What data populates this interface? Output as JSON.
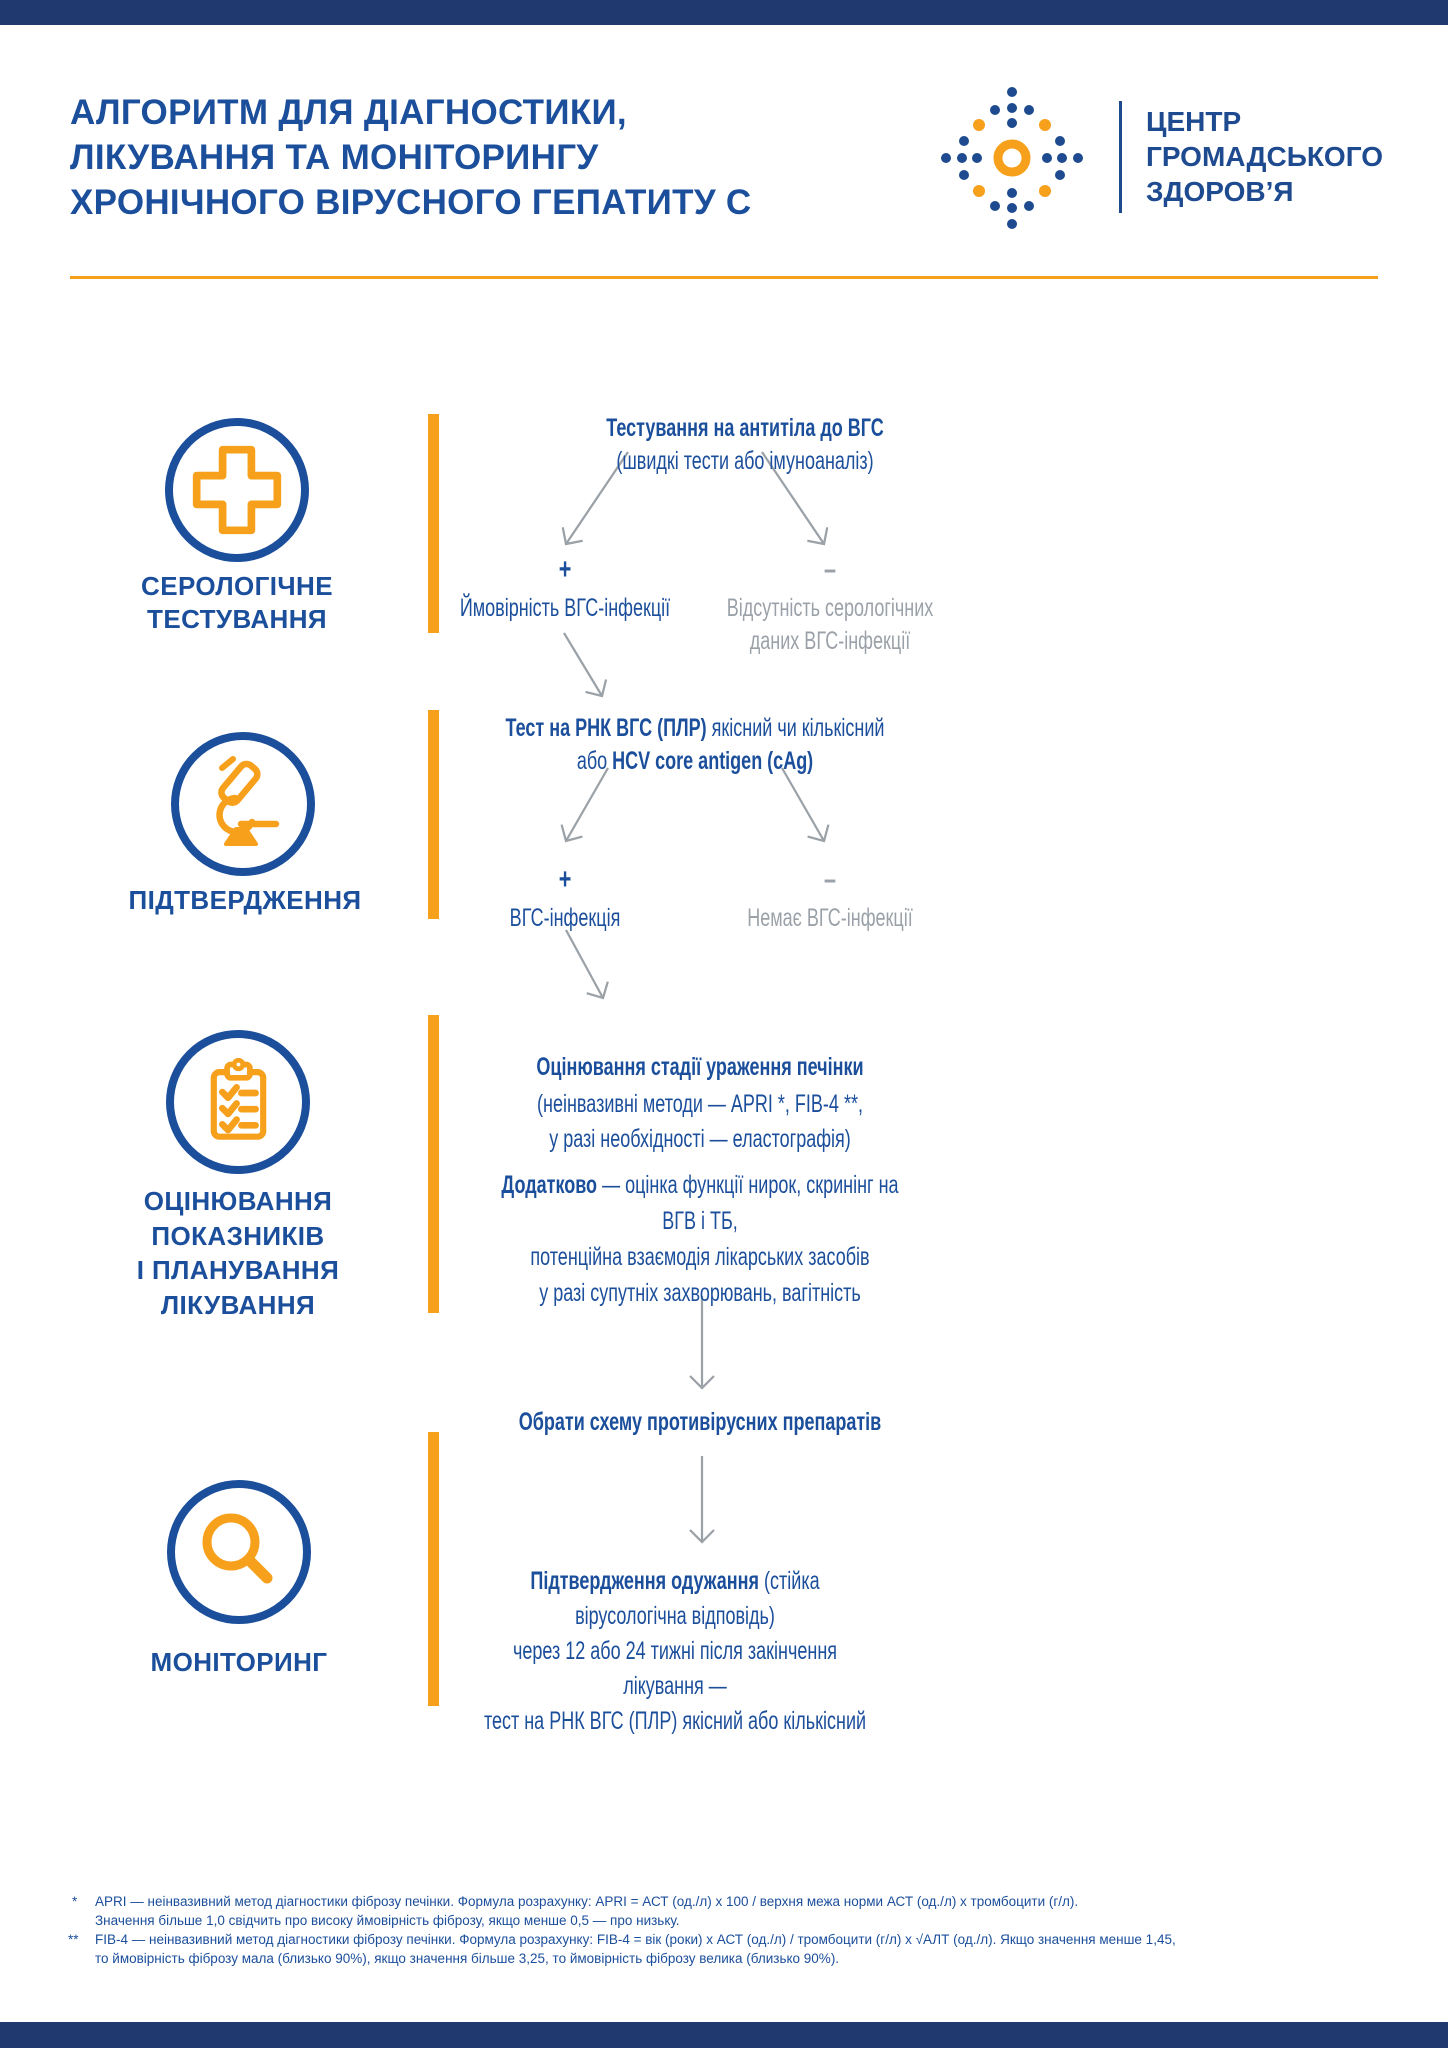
{
  "colors": {
    "primary_blue": "#1B4E9B",
    "band_navy": "#203A70",
    "accent_orange": "#F6A01B",
    "inactive_gray": "#9BA1A8",
    "arrow_gray": "#9AA1A7"
  },
  "header": {
    "title_lines": [
      "АЛГОРИТМ ДЛЯ ДІАГНОСТИКИ,",
      "ЛІКУВАННЯ ТА МОНІТОРИНГУ",
      "ХРОНІЧНОГО ВІРУСНОГО ГЕПАТИТУ С"
    ],
    "logo_text_lines": [
      "ЦЕНТР",
      "ГРОМАДСЬКОГО",
      "ЗДОРОВ’Я"
    ]
  },
  "sections": [
    {
      "icon": "medical-cross-icon",
      "label_lines": [
        "СЕРОЛОГІЧНЕ",
        "ТЕСТУВАННЯ"
      ]
    },
    {
      "icon": "microscope-icon",
      "label_lines": [
        "ПІДТВЕРДЖЕННЯ"
      ]
    },
    {
      "icon": "clipboard-checklist-icon",
      "label_lines": [
        "ОЦІНЮВАННЯ",
        "ПОКАЗНИКІВ",
        "І ПЛАНУВАННЯ",
        "ЛІКУВАННЯ"
      ]
    },
    {
      "icon": "magnifier-icon",
      "label_lines": [
        "МОНІТОРИНГ"
      ]
    }
  ],
  "flow": {
    "step1": {
      "title": "Тестування на антитіла до ВГС",
      "subtitle": "(швидкі тести або імуноаналіз)",
      "pos_sign": "+",
      "pos_label": "Ймовірність ВГС-інфекції",
      "neg_sign": "–",
      "neg_lines": [
        "Відсутність серологічних",
        "даних ВГС-інфекції"
      ]
    },
    "step2": {
      "bold1": "Тест на РНК ВГС (ПЛР)",
      "rest1": " якісний чи кількісний",
      "pre2": "або ",
      "bold2": "HCV core antigen (cAg)",
      "pos_sign": "+",
      "pos_label": "ВГС-інфекція",
      "neg_sign": "–",
      "neg_label": "Немає ВГС-інфекції"
    },
    "step3": {
      "title": "Оцінювання стадії ураження печінки",
      "sub_lines": [
        "(неінвазивні методи — APRI *, FIB-4 **,",
        "у разі необхідності — еластографія)"
      ],
      "extra_bold": "Додатково",
      "extra_rest": " — оцінка функції нирок, скринінг на ВГВ і ТБ,",
      "extra_lines": [
        "потенційна взаємодія лікарських засобів",
        "у разі супутніх захворювань, вагітність"
      ]
    },
    "step4": {
      "title": "Обрати схему противірусних препаратів"
    },
    "step5": {
      "bold": "Підтвердження одужання",
      "rest": " (стійка вірусологічна відповідь)",
      "lines": [
        "через 12 або 24 тижні після закінчення лікування —",
        "тест на РНК ВГС (ПЛР) якісний або кількісний"
      ]
    }
  },
  "footnotes": [
    {
      "marker": "*",
      "lines": [
        "APRI — неінвазивний метод діагностики фіброзу печінки. Формула розрахунку: APRI = АСТ (од./л) х 100 / верхня межа норми АСТ (од./л) х тромбоцити (г/л).",
        "Значення більше 1,0 свідчить про високу ймовірність фіброзу, якщо менше 0,5 — про низьку."
      ]
    },
    {
      "marker": "**",
      "lines": [
        "FIB-4 — неінвазивний метод діагностики фіброзу печінки. Формула розрахунку: FIB-4 = вік (роки) х АСТ (од./л) / тромбоцити (г/л) х √АЛТ (од./л). Якщо значення менше 1,45,",
        "то ймовірність фіброзу мала (близько 90%), якщо значення більше 3,25, то ймовірність фіброзу велика (близько 90%)."
      ]
    }
  ]
}
